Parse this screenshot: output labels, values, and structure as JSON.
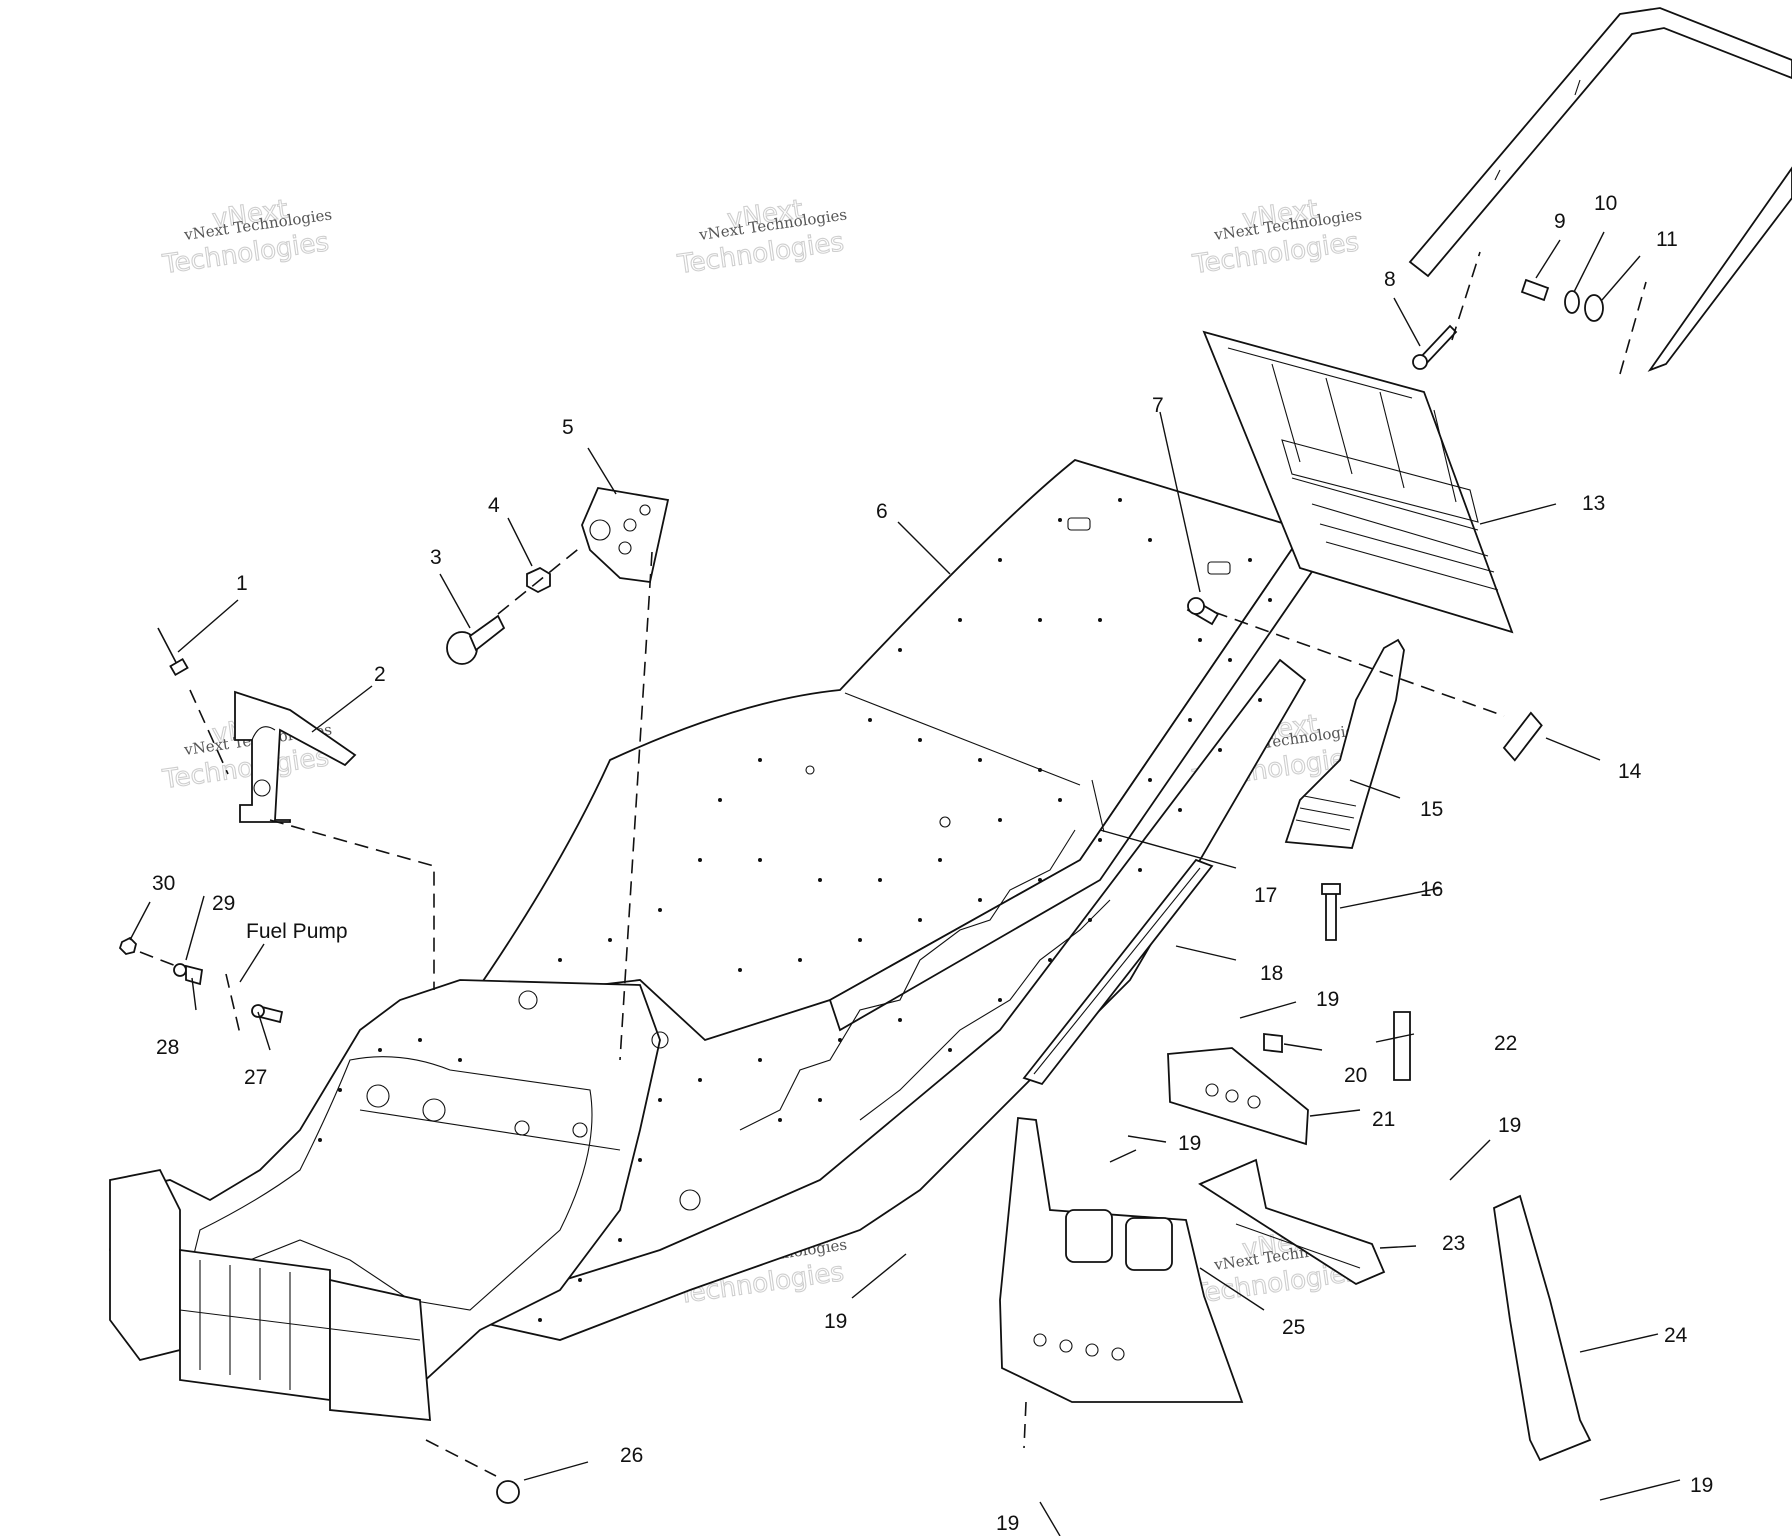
{
  "labels": {
    "l1": "1",
    "l2": "2",
    "l3": "3",
    "l4": "4",
    "l5": "5",
    "l6": "6",
    "l7": "7",
    "l8": "8",
    "l9": "9",
    "l10": "10",
    "l11": "11",
    "l13": "13",
    "l14": "14",
    "l15": "15",
    "l16": "16",
    "l17": "17",
    "l18": "18",
    "l19a": "19",
    "l19b": "19",
    "l19c": "19",
    "l19d": "19",
    "l19e": "19",
    "l19f": "19",
    "l20": "20",
    "l21": "21",
    "l22": "22",
    "l23": "23",
    "l24": "24",
    "l25": "25",
    "l26": "26",
    "l27": "27",
    "l28": "28",
    "l29": "29",
    "l30": "30"
  },
  "fuel_pump": "Fuel Pump",
  "watermark": {
    "small": "vNext Technologies",
    "outline_top": "vNext",
    "outline_bottom": "Technologies"
  }
}
